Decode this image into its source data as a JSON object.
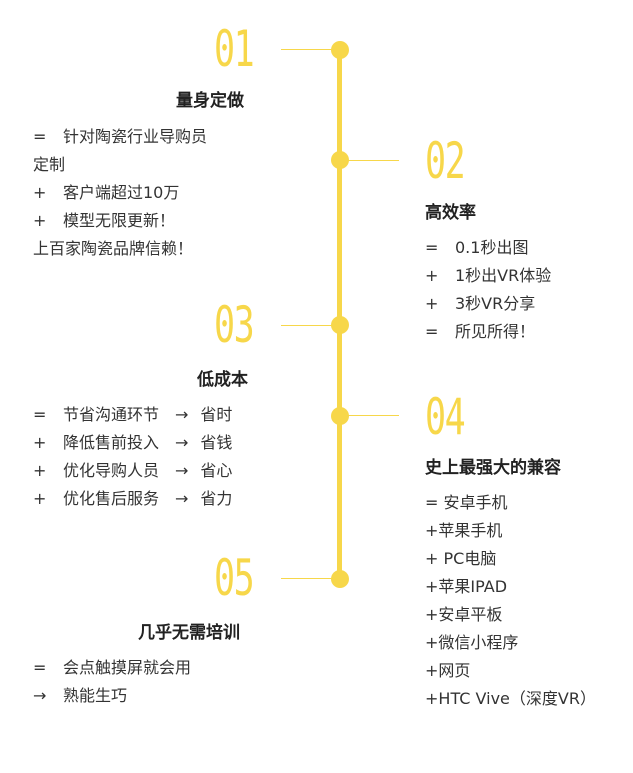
{
  "colors": {
    "accent": "#f7d74a",
    "text": "#333333",
    "title": "#222222"
  },
  "sections": [
    {
      "number": "01",
      "title": "量身定做",
      "lines": [
        {
          "prefix": "=",
          "text": "针对陶瓷行业导购员"
        },
        {
          "prefix": "",
          "text": "定制"
        },
        {
          "prefix": "+",
          "text": "客户端超过10万"
        },
        {
          "prefix": "+",
          "text": "模型无限更新！"
        },
        {
          "prefix": "",
          "text": "上百家陶瓷品牌信赖！"
        }
      ]
    },
    {
      "number": "02",
      "title": "高效率",
      "lines": [
        {
          "prefix": "=",
          "text": "0.1秒出图"
        },
        {
          "prefix": "+",
          "text": "1秒出VR体验"
        },
        {
          "prefix": "+",
          "text": "3秒VR分享"
        },
        {
          "prefix": "=",
          "text": "所见所得！"
        }
      ]
    },
    {
      "number": "03",
      "title": "低成本",
      "arrow": "→",
      "lines": [
        {
          "prefix": "=",
          "text": "节省沟通环节",
          "result": "省时"
        },
        {
          "prefix": "+",
          "text": "降低售前投入",
          "result": "省钱"
        },
        {
          "prefix": "+",
          "text": "优化导购人员",
          "result": "省心"
        },
        {
          "prefix": "+",
          "text": "优化售后服务",
          "result": "省力"
        }
      ]
    },
    {
      "number": "04",
      "title": "史上最强大的兼容",
      "lines": [
        {
          "text": "= 安卓手机"
        },
        {
          "text": "+苹果手机"
        },
        {
          "text": "+ PC电脑"
        },
        {
          "text": "+苹果IPAD"
        },
        {
          "text": "+安卓平板"
        },
        {
          "text": "+微信小程序"
        },
        {
          "text": "+网页"
        },
        {
          "text": "+HTC Vive（深度VR）"
        }
      ]
    },
    {
      "number": "05",
      "title": "几乎无需培训",
      "lines": [
        {
          "prefix": "=",
          "text": "会点触摸屏就会用"
        },
        {
          "prefix": "→",
          "text": "熟能生巧"
        }
      ]
    }
  ]
}
